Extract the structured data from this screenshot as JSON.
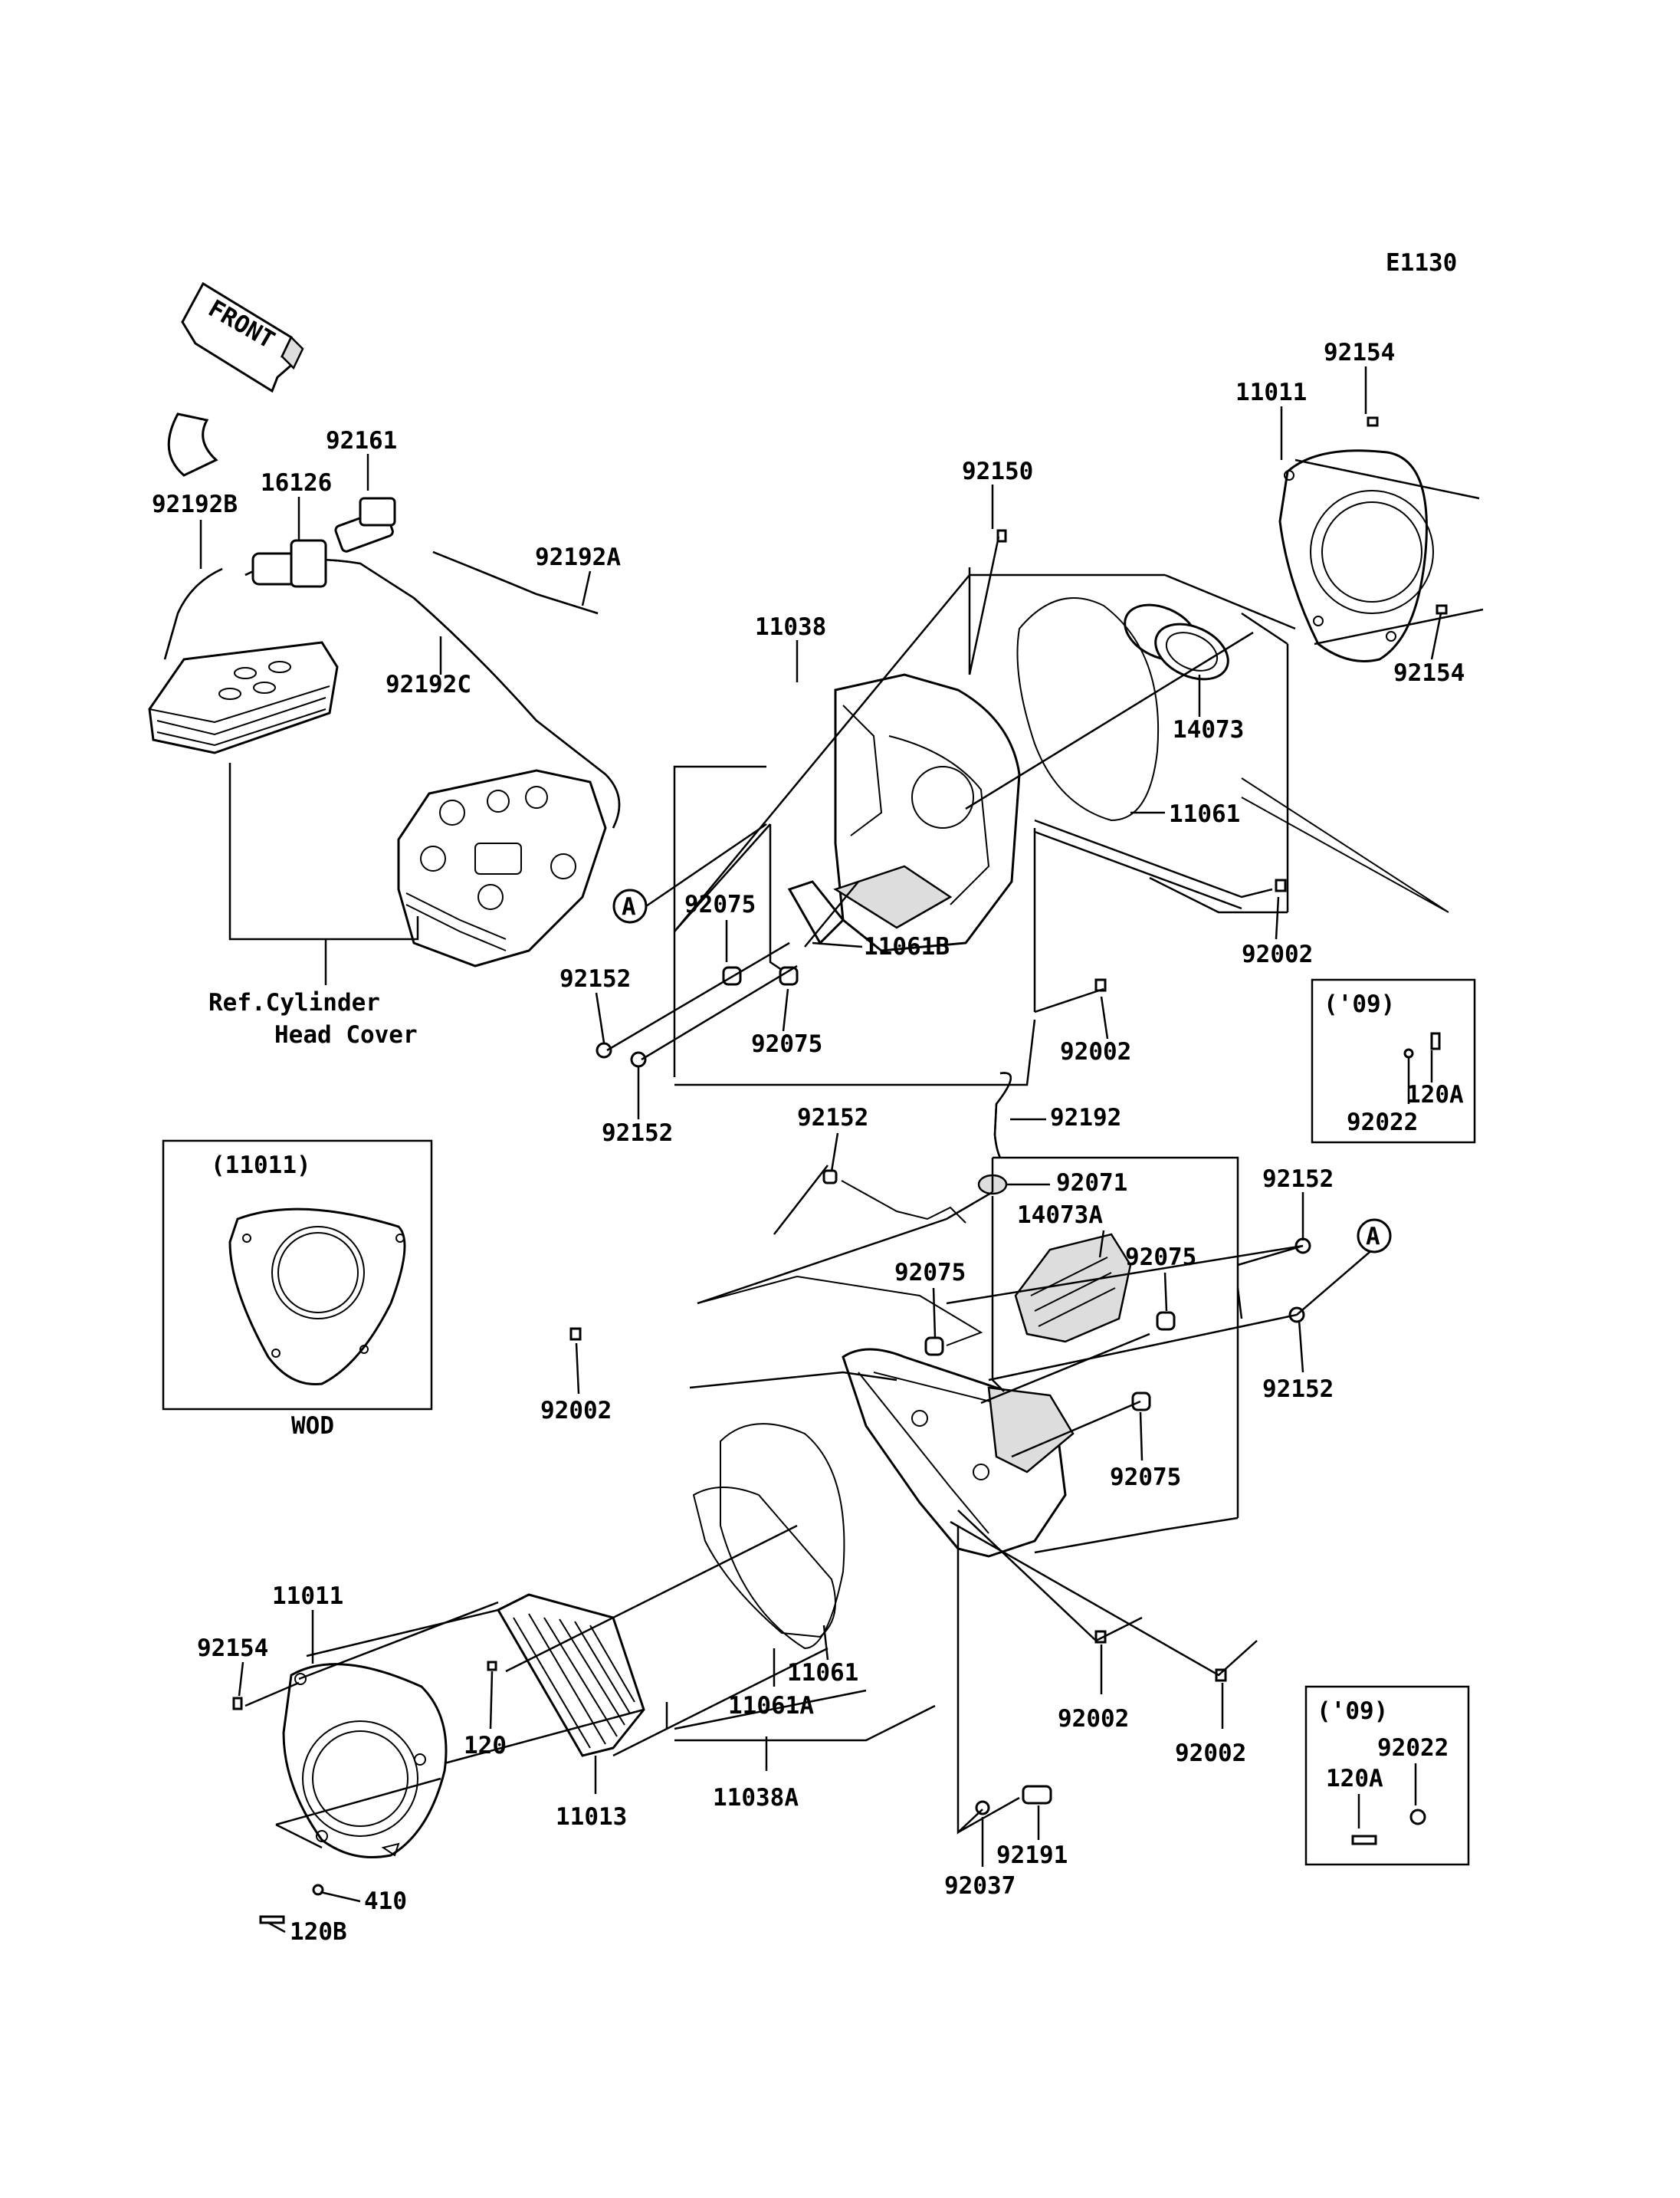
{
  "diagram_code": "E1130",
  "front_label": "FRONT",
  "ref_note": [
    "Ref.Cylinder",
    "Head Cover"
  ],
  "inset_wod": {
    "title": "(11011)",
    "caption": "WOD"
  },
  "inset_09_top": {
    "title": "('09)",
    "label_a": "120A",
    "label_b": "92022"
  },
  "inset_09_bottom": {
    "title": "('09)",
    "label_a": "92022",
    "label_b": "120A"
  },
  "ref_marker": "A",
  "labels": {
    "l92154a": "92154",
    "l11011a": "11011",
    "l92150": "92150",
    "l92161": "92161",
    "l16126": "16126",
    "l92192b": "92192B",
    "l92192a": "92192A",
    "l92192c": "92192C",
    "l11038": "11038",
    "l14073": "14073",
    "l11061a": "11061",
    "l92154b": "92154",
    "l92075a": "92075",
    "l11061b": "11061B",
    "l92152a": "92152",
    "l92075b": "92075",
    "l92152b": "92152",
    "l92002a": "92002",
    "l92002b": "92002",
    "l92152c": "92152",
    "l92192": "92192",
    "l92071": "92071",
    "l14073a": "14073A",
    "l92152d": "92152",
    "l92075c": "92075",
    "l92075d": "92075",
    "l92002c": "92002",
    "l92152e": "92152",
    "l92075e": "92075",
    "l11011b": "11011",
    "l92154c": "92154",
    "l120": "120",
    "l11061c": "11061",
    "l11061ax": "11061A",
    "l11013": "11013",
    "l11038a": "11038A",
    "l92002d": "92002",
    "l92002e": "92002",
    "l92191": "92191",
    "l92037": "92037",
    "l410": "410",
    "l120b": "120B"
  }
}
